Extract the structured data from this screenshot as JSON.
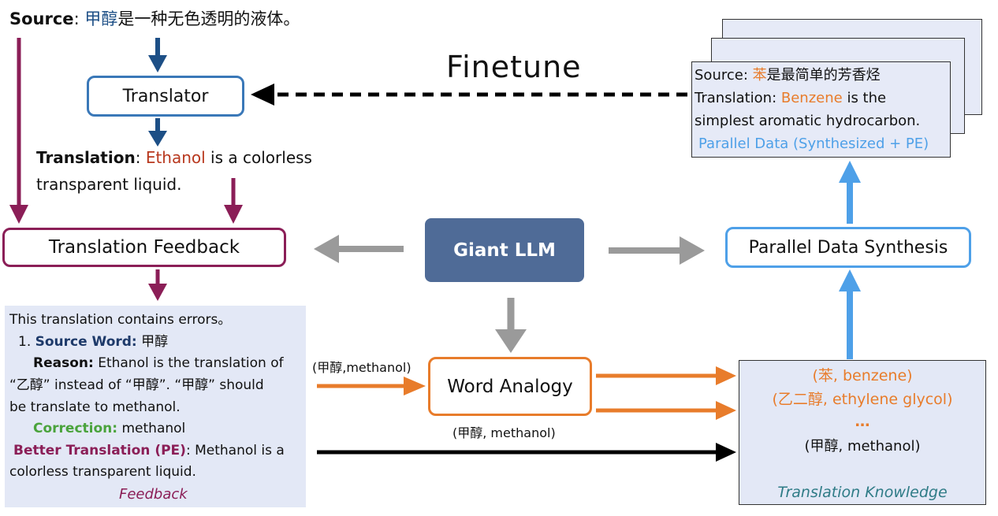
{
  "source": {
    "label": "Source",
    "sep": ": ",
    "word": "甲醇",
    "rest": "是一种无色透明的液体。"
  },
  "translator": {
    "label": "Translator"
  },
  "finetune": {
    "label": "Finetune"
  },
  "translation": {
    "label": "Translation",
    "sep": ": ",
    "word": "Ethanol",
    "line1_rest": " is a colorless",
    "line2": "transparent liquid."
  },
  "feedback_box": {
    "label": "Translation Feedback"
  },
  "giant_llm": {
    "label": "Giant LLM"
  },
  "synthesis_box": {
    "label": "Parallel Data Synthesis"
  },
  "word_analogy": {
    "label": "Word Analogy"
  },
  "parallel_card": {
    "l1_a": "Source: ",
    "l1_word": "苯",
    "l1_rest": "是最简单的芳香烃",
    "l2_a": "Translation: ",
    "l2_word": "Benzene",
    "l2_rest": " is the",
    "l3": "simplest aromatic hydrocarbon.",
    "caption": "Parallel Data  (Synthesized + PE)"
  },
  "feedback_panel": {
    "line1": "This translation contains errors。",
    "item_num": "1. ",
    "source_word_label": "Source Word:",
    "source_word_value": " 甲醇",
    "reason_label": "Reason:",
    "reason_l1": " Ethanol is the translation of",
    "reason_l2": "“乙醇” instead of “甲醇”. “甲醇” should",
    "reason_l3": "be translate to methanol.",
    "correction_label": "Correction:",
    "correction_value": " methanol",
    "better_label": "Better Translation (PE)",
    "better_l1_rest": ": Methanol is a",
    "better_l2": "colorless transparent liquid.",
    "caption": "Feedback"
  },
  "analogy_input": "(甲醇,methanol)",
  "analogy_below": "(甲醇, methanol)",
  "knowledge_panel": {
    "items_orange": [
      "(苯, benzene)",
      "(乙二醇, ethylene glycol)",
      "…"
    ],
    "item_black": "(甲醇, methanol)",
    "caption": "Translation Knowledge"
  },
  "colors": {
    "dark_blue": "#1d4f86",
    "maroon": "#8b1e57",
    "llm_fill": "#4f6b97",
    "light_blue": "#4ea0e8",
    "orange": "#e87c2b",
    "gray_arrow": "#9a9a9a",
    "panel_fill": "#e3e8f6"
  }
}
